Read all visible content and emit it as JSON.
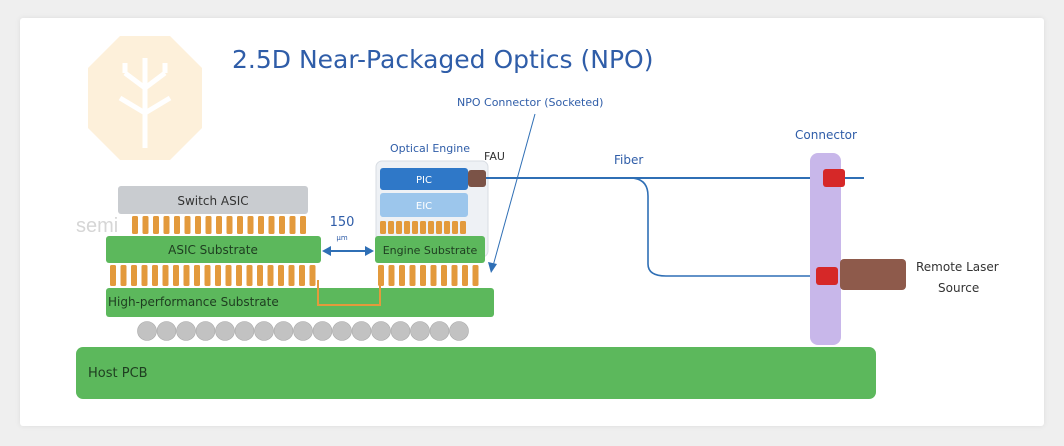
{
  "title": "2.5D Near-Packaged Optics (NPO)",
  "labels": {
    "switch_asic": "Switch ASIC",
    "asic_substrate": "ASIC Substrate",
    "hp_substrate": "High-performance Substrate",
    "host_pcb": "Host PCB",
    "optical_engine": "Optical Engine",
    "pic": "PIC",
    "eic": "EIC",
    "engine_substrate": "Engine Substrate",
    "fau": "FAU",
    "npo_connector": "NPO Connector (Socketed)",
    "fiber": "Fiber",
    "connector": "Connector",
    "remote_laser_line1": "Remote Laser",
    "remote_laser_line2": "Source",
    "spacing_value": "150",
    "spacing_unit": "μm",
    "watermark": "semi"
  },
  "colors": {
    "title": "#2f5da8",
    "green": "#5cb85c",
    "green_dark": "#3e9a43",
    "gray": "#c9ccd0",
    "bump": "#e39a3c",
    "ball": "#c2c2c2",
    "pic": "#2f78c8",
    "eic": "#9cc6ec",
    "fiber": "#2f6fb5",
    "connector_bar": "#c8b7ea",
    "connector_red": "#d62828",
    "laser": "#8e5a4b",
    "fau": "#7b5347"
  }
}
